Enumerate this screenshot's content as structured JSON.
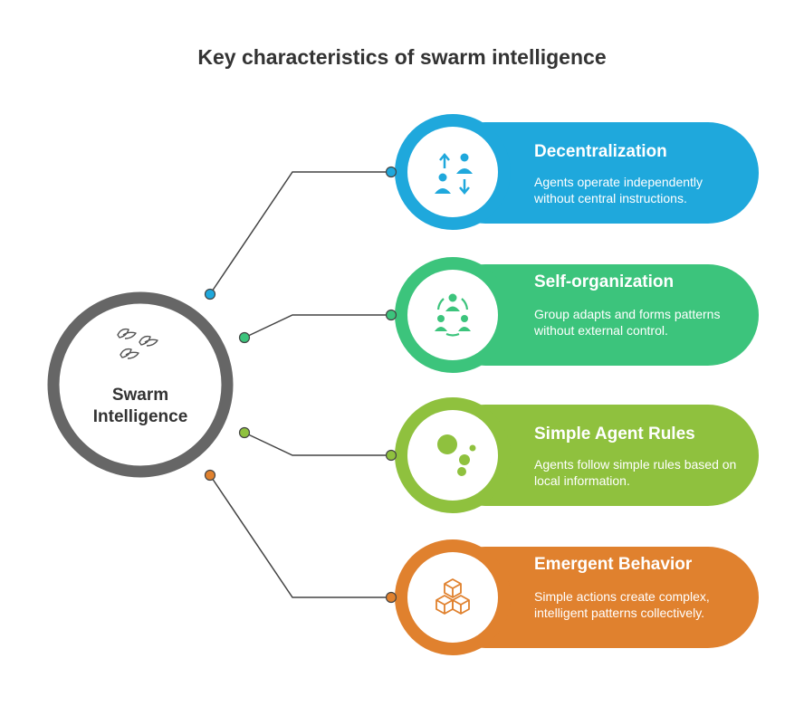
{
  "title": "Key characteristics of swarm intelligence",
  "hub": {
    "line1": "Swarm",
    "line2": "Intelligence",
    "icon": "birds-icon",
    "ring_color": "#666666"
  },
  "items": [
    {
      "title": "Decentralization",
      "description": "Agents operate independently without central instructions.",
      "color": "#1fa8dc",
      "icon": "agents-exchange-icon"
    },
    {
      "title": "Self-organization",
      "description": "Group adapts and forms patterns without external control.",
      "color": "#3cc47c",
      "icon": "group-cycle-icon"
    },
    {
      "title": "Simple Agent Rules",
      "description": "Agents follow simple rules based on local information.",
      "color": "#8fc13e",
      "icon": "dots-icon"
    },
    {
      "title": "Emergent Behavior",
      "description": "Simple actions create complex, intelligent patterns collectively.",
      "color": "#e0812e",
      "icon": "stacked-cubes-icon"
    }
  ]
}
